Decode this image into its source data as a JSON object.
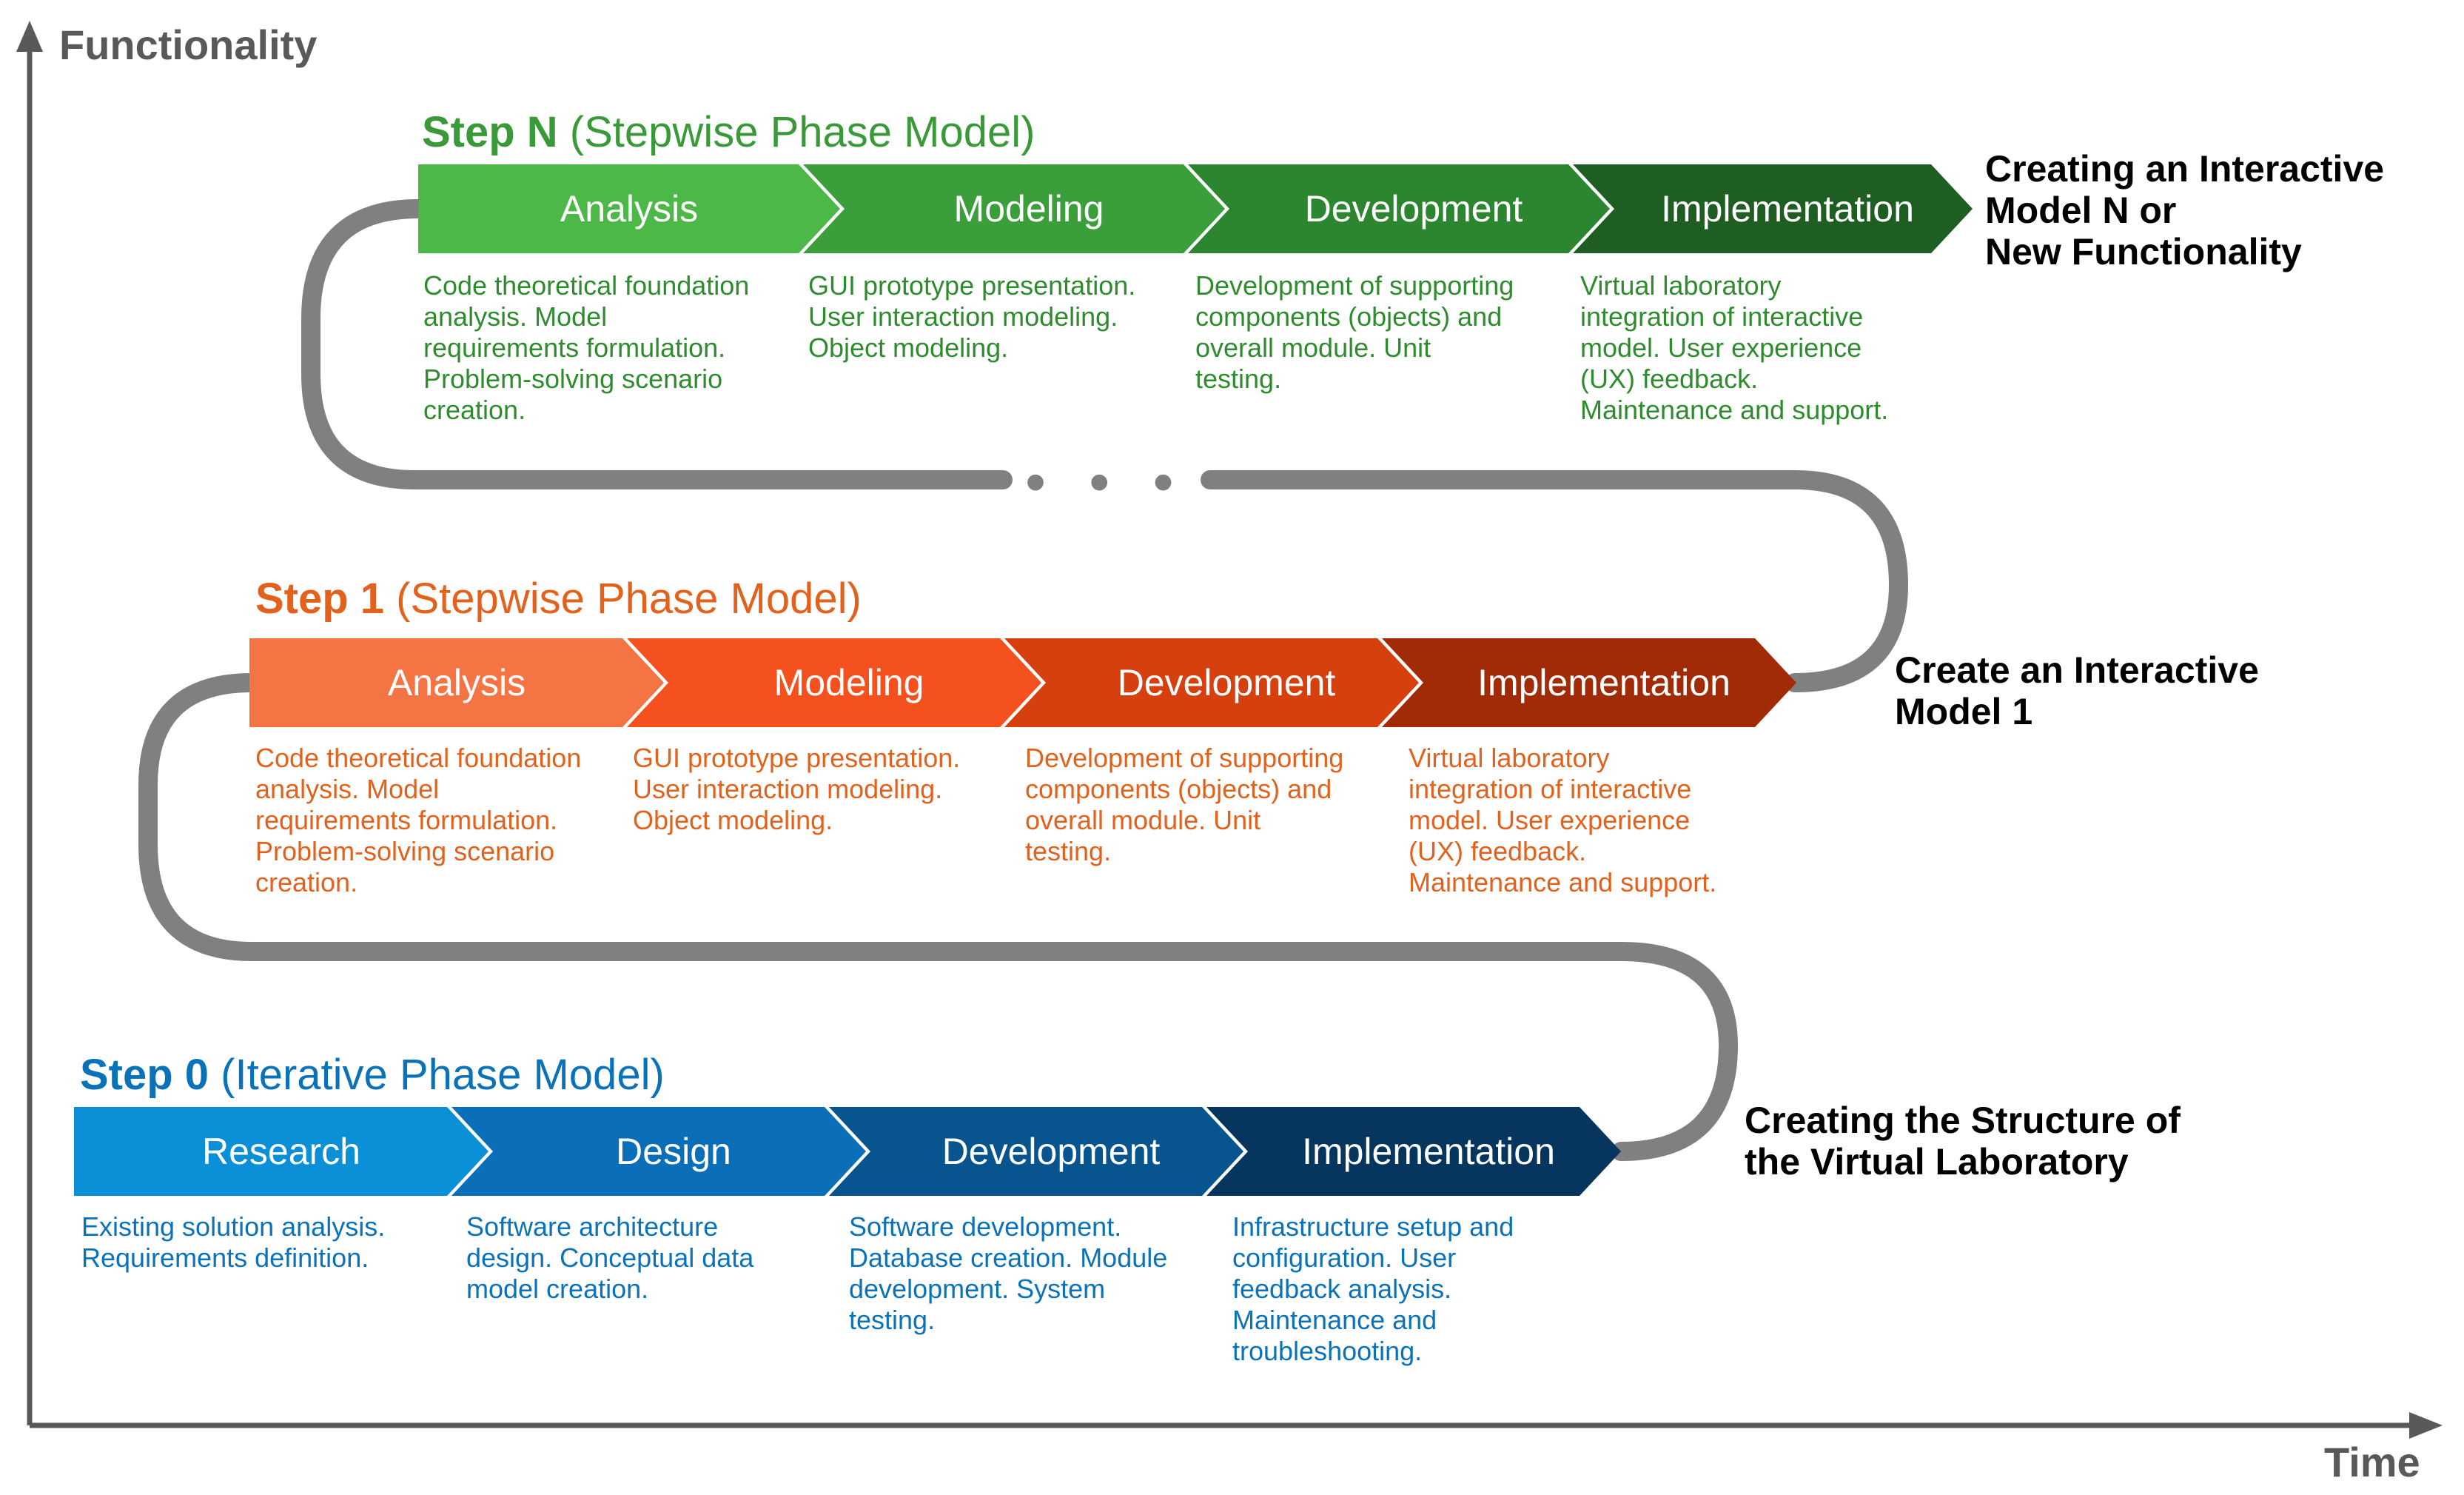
{
  "axes": {
    "y_label": "Functionality",
    "x_label": "Time"
  },
  "ellipsis": "• • •",
  "rows": {
    "step_n": {
      "title_bold": "Step N",
      "title_rest": " (Stepwise Phase Model)",
      "title_color": "#3a9a3a",
      "outcome_lines": [
        "Creating an Interactive",
        "Model N or",
        "New Functionality"
      ],
      "phases": [
        {
          "label": "Analysis",
          "color": "#4cb847",
          "lines": [
            "Code theoretical foundation",
            "analysis. Model",
            "requirements formulation.",
            "Problem-solving scenario",
            "creation."
          ]
        },
        {
          "label": "Modeling",
          "color": "#3a9f3a",
          "lines": [
            "GUI prototype presentation.",
            "User interaction modeling.",
            "Object modeling."
          ]
        },
        {
          "label": "Development",
          "color": "#2c8630",
          "lines": [
            "Development of supporting",
            "components (objects) and",
            "overall module. Unit",
            "testing."
          ]
        },
        {
          "label": "Implementation",
          "color": "#1f5e22",
          "lines": [
            "Virtual laboratory",
            "integration of interactive",
            "model. User experience",
            "(UX) feedback.",
            "Maintenance and support."
          ]
        }
      ]
    },
    "step_1": {
      "title_bold": "Step 1",
      "title_rest": " (Stepwise Phase Model)",
      "title_color": "#e2611c",
      "outcome_lines": [
        "Create an Interactive",
        "Model 1"
      ],
      "phases": [
        {
          "label": "Analysis",
          "color": "#f47443",
          "lines": [
            "Code theoretical foundation",
            "analysis. Model",
            "requirements formulation.",
            "Problem-solving scenario",
            "creation."
          ]
        },
        {
          "label": "Modeling",
          "color": "#f4511e",
          "lines": [
            "GUI prototype presentation.",
            "User interaction modeling.",
            "Object modeling."
          ]
        },
        {
          "label": "Development",
          "color": "#d6400f",
          "lines": [
            "Development of supporting",
            "components (objects) and",
            "overall module. Unit",
            "testing."
          ]
        },
        {
          "label": "Implementation",
          "color": "#a12a07",
          "lines": [
            "Virtual laboratory",
            "integration of interactive",
            "model. User experience",
            "(UX) feedback.",
            "Maintenance and support."
          ]
        }
      ]
    },
    "step_0": {
      "title_bold": "Step 0",
      "title_rest": " (Iterative Phase Model)",
      "title_color": "#0a72b8",
      "outcome_lines": [
        "Creating the Structure of",
        "the Virtual Laboratory"
      ],
      "phases": [
        {
          "label": "Research",
          "color": "#0b8fd6",
          "lines": [
            "Existing solution analysis.",
            "Requirements definition."
          ]
        },
        {
          "label": "Design",
          "color": "#0a6fb8",
          "lines": [
            "Software architecture",
            "design. Conceptual data",
            "model creation."
          ]
        },
        {
          "label": "Development",
          "color": "#08548f",
          "lines": [
            "Software development.",
            "Database creation. Module",
            "development. System",
            "testing."
          ]
        },
        {
          "label": "Implementation",
          "color": "#06365e",
          "lines": [
            "Infrastructure setup and",
            "configuration. User",
            "feedback analysis.",
            "Maintenance and",
            "troubleshooting."
          ]
        }
      ]
    }
  }
}
